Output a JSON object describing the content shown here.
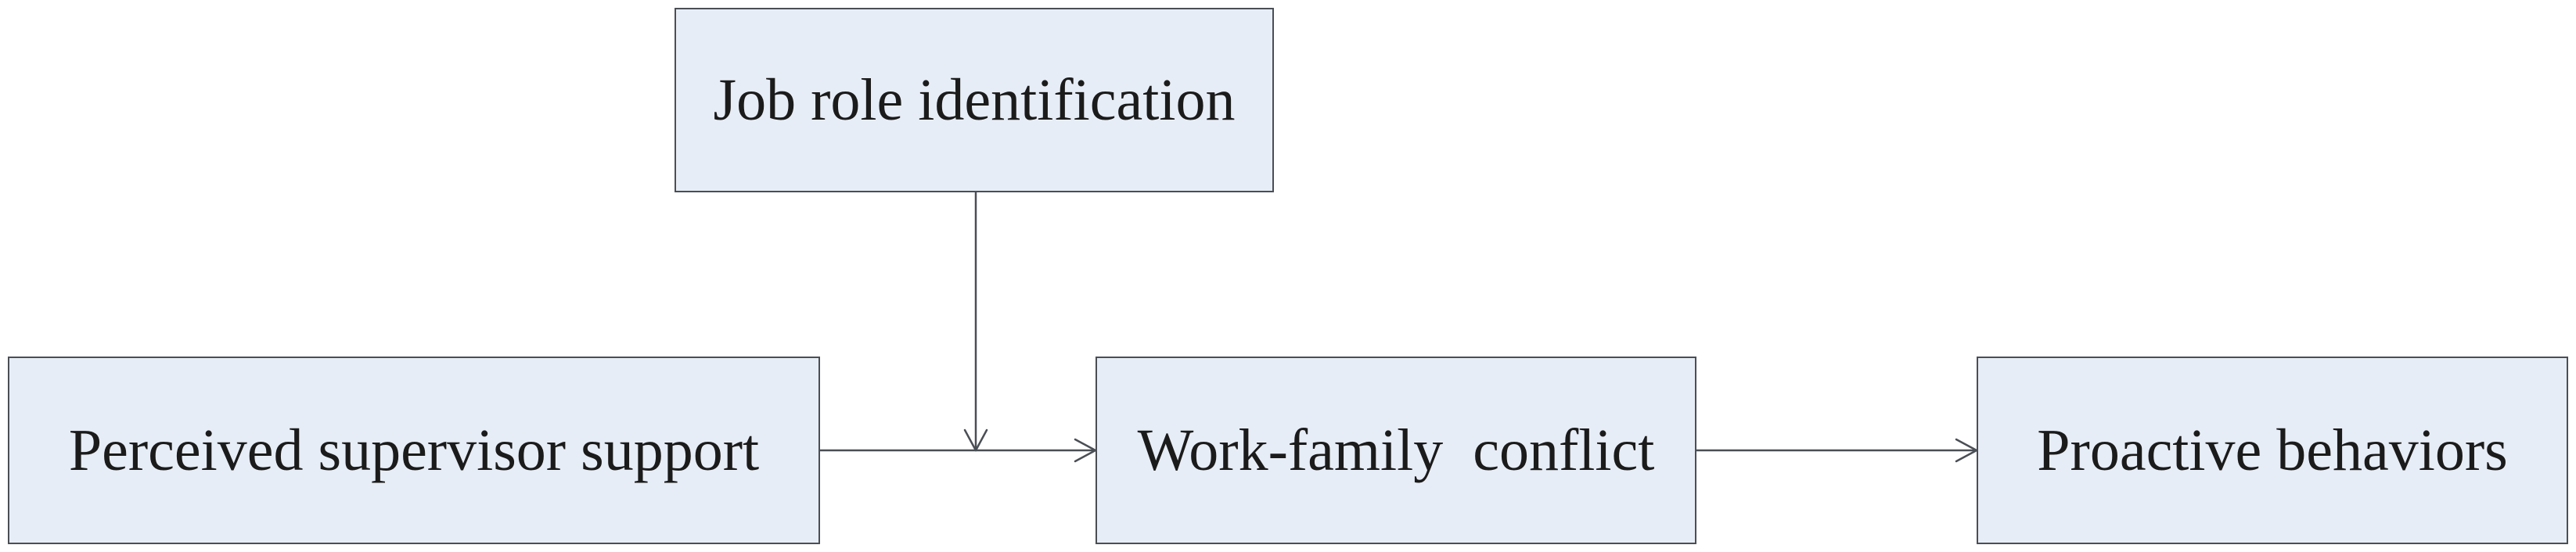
{
  "diagram": {
    "nodes": {
      "job_role_identification": {
        "label": "Job role identification"
      },
      "perceived_supervisor_support": {
        "label": "Perceived supervisor support"
      },
      "work_family_conflict": {
        "label": "Work-family  conflict"
      },
      "proactive_behaviors": {
        "label": "Proactive behaviors"
      }
    },
    "edges": [
      {
        "from": "perceived_supervisor_support",
        "to": "work_family_conflict"
      },
      {
        "from": "work_family_conflict",
        "to": "proactive_behaviors"
      },
      {
        "from": "job_role_identification",
        "to": "perceived_supervisor_support->work_family_conflict"
      }
    ],
    "colors": {
      "node_fill": "#e7edf6",
      "node_border": "#4a4e55",
      "edge": "#4a4e55"
    }
  }
}
